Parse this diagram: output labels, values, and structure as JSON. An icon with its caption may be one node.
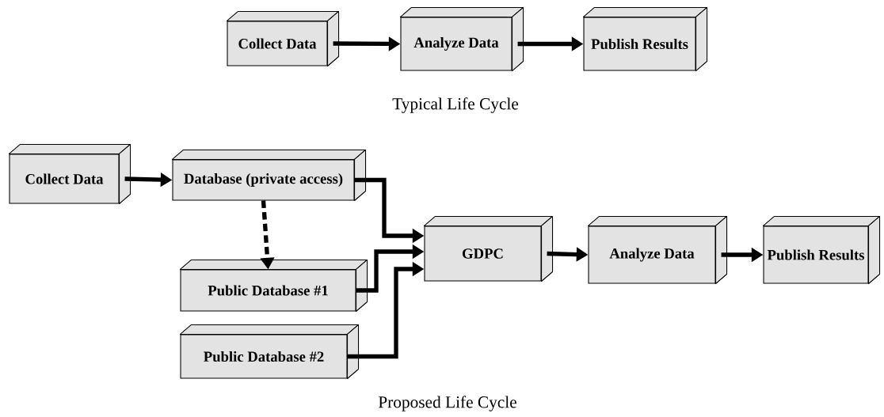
{
  "diagram": {
    "nodes": [
      {
        "text": [
          "Collect Data"
        ]
      },
      {
        "text": [
          "Analyze Data"
        ]
      },
      {
        "text": [
          "Publish Results"
        ]
      },
      {
        "text": [
          "Collect Data"
        ]
      },
      {
        "text": [
          "Database (private access)"
        ]
      },
      {
        "text": [
          "Public Database #1"
        ]
      },
      {
        "text": [
          "Public Database #2"
        ]
      },
      {
        "text": [
          "GDPC"
        ]
      },
      {
        "text": [
          "Analyze Data"
        ]
      },
      {
        "text": [
          "Publish Results"
        ]
      }
    ],
    "edges": [
      {
        "from": 0,
        "to": 1,
        "arrow": "to"
      },
      {
        "from": 1,
        "to": 2,
        "arrow": "to"
      },
      {
        "from": 3,
        "to": 4,
        "arrow": "to"
      },
      {
        "from": 4,
        "to": 5,
        "arrow": "to",
        "style": "dashed"
      },
      {
        "from": 4,
        "to": 7,
        "arrow": "to"
      },
      {
        "from": 5,
        "to": 7,
        "arrow": "to"
      },
      {
        "from": 6,
        "to": 7,
        "arrow": "to"
      },
      {
        "from": 7,
        "to": 8,
        "arrow": "to"
      },
      {
        "from": 8,
        "to": 9,
        "arrow": "to"
      }
    ],
    "labels": [
      "Typical Life Cycle",
      "Proposed Life Cycle"
    ]
  }
}
